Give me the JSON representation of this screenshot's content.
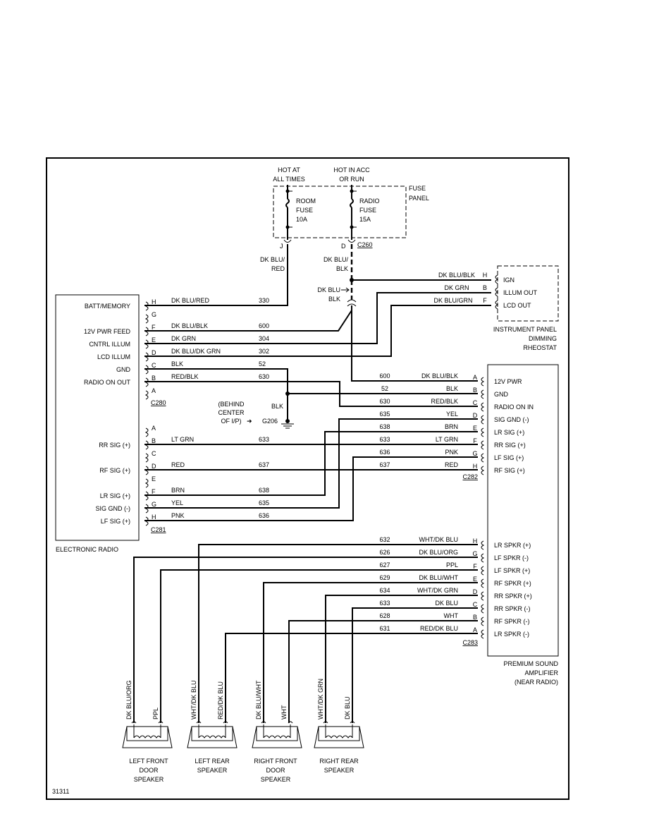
{
  "fuse_panel": {
    "label_1": "FUSE",
    "label_2": "PANEL",
    "hot_at_1": "HOT AT",
    "hot_at_2": "ALL TIMES",
    "hot_acc_1": "HOT IN ACC",
    "hot_acc_2": "OR RUN",
    "room_fuse_1": "ROOM",
    "room_fuse_2": "FUSE",
    "room_fuse_3": "10A",
    "radio_fuse_1": "RADIO",
    "radio_fuse_2": "FUSE",
    "radio_fuse_3": "15A",
    "pin_j": "J",
    "pin_d": "D",
    "connector": "C260"
  },
  "wire_labels": {
    "dk_blu_red_1": "DK BLU/",
    "dk_blu_red_2": "RED",
    "dk_blu_blk_1": "DK BLU/",
    "dk_blu_blk_2": "BLK",
    "dk_blu_blk_3": "DK BLU",
    "dk_blu_blk_4": "BLK"
  },
  "dimmer": {
    "title_1": "INSTRUMENT PANEL",
    "title_2": "DIMMING",
    "title_3": "RHEOSTAT",
    "pins": [
      {
        "wire": "DK BLU/BLK",
        "pin": "H",
        "label": "IGN"
      },
      {
        "wire": "DK GRN",
        "pin": "B",
        "label": "ILLUM OUT"
      },
      {
        "wire": "DK BLU/GRN",
        "pin": "F",
        "label": "LCD OUT"
      }
    ]
  },
  "radio": {
    "title": "ELECTRONIC RADIO",
    "c280": "C280",
    "c281": "C281",
    "c280_rows": [
      {
        "label": "BATT/MEMORY",
        "pin": "H",
        "color": "DK BLU/RED",
        "circuit": "330"
      },
      {
        "label": "",
        "pin": "G",
        "color": "",
        "circuit": ""
      },
      {
        "label": "12V PWR FEED",
        "pin": "F",
        "color": "DK BLU/BLK",
        "circuit": "600"
      },
      {
        "label": "CNTRL ILLUM",
        "pin": "E",
        "color": "DK GRN",
        "circuit": "304"
      },
      {
        "label": "LCD ILLUM",
        "pin": "D",
        "color": "DK BLU/DK GRN",
        "circuit": "302"
      },
      {
        "label": "GND",
        "pin": "C",
        "color": "BLK",
        "circuit": "52"
      },
      {
        "label": "RADIO ON OUT",
        "pin": "B",
        "color": "RED/BLK",
        "circuit": "630"
      },
      {
        "label": "",
        "pin": "A",
        "color": "",
        "circuit": ""
      }
    ],
    "c281_rows": [
      {
        "label": "",
        "pin": "A",
        "color": "",
        "circuit": ""
      },
      {
        "label": "RR SIG (+)",
        "pin": "B",
        "color": "LT GRN",
        "circuit": "633"
      },
      {
        "label": "",
        "pin": "C",
        "color": "",
        "circuit": ""
      },
      {
        "label": "RF SIG (+)",
        "pin": "D",
        "color": "RED",
        "circuit": "637"
      },
      {
        "label": "",
        "pin": "E",
        "color": "",
        "circuit": ""
      },
      {
        "label": "LR SIG (+)",
        "pin": "F",
        "color": "BRN",
        "circuit": "638"
      },
      {
        "label": "SIG GND (-)",
        "pin": "G",
        "color": "YEL",
        "circuit": "635"
      },
      {
        "label": "LF SIG (+)",
        "pin": "H",
        "color": "PNK",
        "circuit": "636"
      }
    ]
  },
  "ground": {
    "behind_1": "(BEHIND",
    "behind_2": "CENTER",
    "behind_3": "OF I/P)",
    "arrow": "➜",
    "id": "G206",
    "wire": "BLK"
  },
  "amplifier": {
    "title_1": "PREMIUM SOUND",
    "title_2": "AMPLIFIER",
    "title_3": "(NEAR RADIO)",
    "c282": "C282",
    "c283": "C283",
    "c282_rows": [
      {
        "circuit": "600",
        "color": "DK BLU/BLK",
        "pin": "A",
        "label": "12V PWR"
      },
      {
        "circuit": "52",
        "color": "BLK",
        "pin": "B",
        "label": "GND"
      },
      {
        "circuit": "630",
        "color": "RED/BLK",
        "pin": "C",
        "label": "RADIO ON IN"
      },
      {
        "circuit": "635",
        "color": "YEL",
        "pin": "D",
        "label": "SIG GND (-)"
      },
      {
        "circuit": "638",
        "color": "BRN",
        "pin": "E",
        "label": "LR SIG (+)"
      },
      {
        "circuit": "633",
        "color": "LT GRN",
        "pin": "F",
        "label": "RR SIG (+)"
      },
      {
        "circuit": "636",
        "color": "PNK",
        "pin": "G",
        "label": "LF SIG (+)"
      },
      {
        "circuit": "637",
        "color": "RED",
        "pin": "H",
        "label": "RF SIG (+)"
      }
    ],
    "c283_rows": [
      {
        "circuit": "632",
        "color": "WHT/DK BLU",
        "pin": "H",
        "label": "LR SPKR (+)"
      },
      {
        "circuit": "626",
        "color": "DK BLU/ORG",
        "pin": "G",
        "label": "LF SPKR (-)"
      },
      {
        "circuit": "627",
        "color": "PPL",
        "pin": "F",
        "label": "LF SPKR (+)"
      },
      {
        "circuit": "629",
        "color": "DK BLU/WHT",
        "pin": "E",
        "label": "RF SPKR (+)"
      },
      {
        "circuit": "634",
        "color": "WHT/DK GRN",
        "pin": "D",
        "label": "RR SPKR (+)"
      },
      {
        "circuit": "633",
        "color": "DK BLU",
        "pin": "C",
        "label": "RR SPKR (-)"
      },
      {
        "circuit": "628",
        "color": "WHT",
        "pin": "B",
        "label": "RF SPKR (-)"
      },
      {
        "circuit": "631",
        "color": "RED/DK BLU",
        "pin": "A",
        "label": "LR SPKR (-)"
      }
    ]
  },
  "speakers": [
    {
      "name_1": "LEFT FRONT",
      "name_2": "DOOR",
      "name_3": "SPEAKER",
      "wire_a": "DK BLU/ORG",
      "wire_b": "PPL"
    },
    {
      "name_1": "LEFT REAR",
      "name_2": "SPEAKER",
      "name_3": "",
      "wire_a": "WHT/DK BLU",
      "wire_b": "RED/DK BLU"
    },
    {
      "name_1": "RIGHT FRONT",
      "name_2": "DOOR",
      "name_3": "SPEAKER",
      "wire_a": "DK BLU/WHT",
      "wire_b": "WHT"
    },
    {
      "name_1": "RIGHT REAR",
      "name_2": "SPEAKER",
      "name_3": "",
      "wire_a": "WHT/DK GRN",
      "wire_b": "DK BLU"
    }
  ],
  "figure_id": "31311"
}
